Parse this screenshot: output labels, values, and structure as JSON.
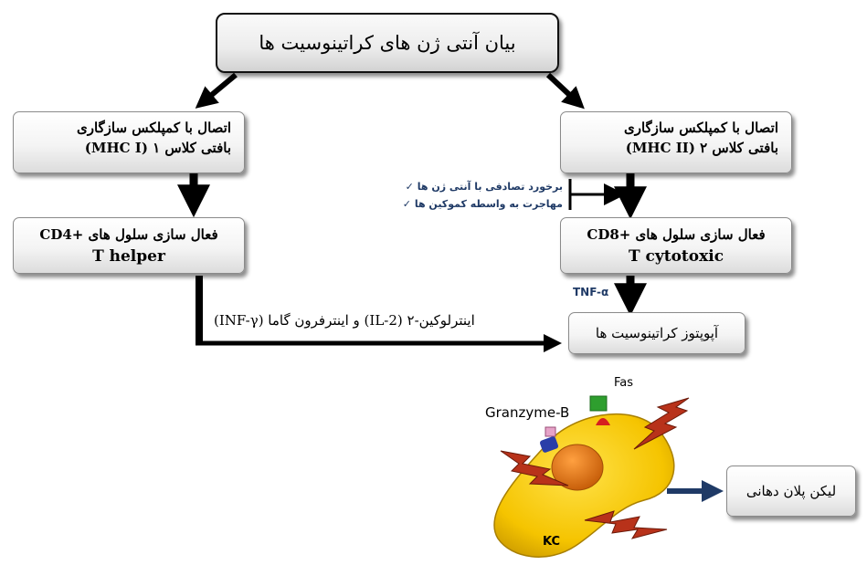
{
  "top_box": {
    "text": "بیان آنتی ژن های کراتینوسیت ها"
  },
  "left_box": {
    "line1": "اتصال با کمپلکس سازگاری",
    "line2": "بافتی کلاس ۱ (MHC I)"
  },
  "right_box": {
    "line1": "اتصال با کمپلکس سازگاری",
    "line2": "بافتی کلاس ۲ (MHC II)"
  },
  "left_cell_box": {
    "line1": "فعال سازی سلول های +CD4",
    "line2": "T helper"
  },
  "right_cell_box": {
    "line1": "فعال سازی سلول های +CD8",
    "line2": "T cytotoxic"
  },
  "notes": [
    {
      "check": "✓",
      "text": "برخورد تصادفی با آنتی ژن ها"
    },
    {
      "check": "✓",
      "text": "مهاجرت به واسطه کموکین ها"
    }
  ],
  "tnf_label": "TNF-α",
  "cytokine_text": "اینترلوکین-۲ (IL-2) و اینترفرون گاما (INF-γ)",
  "apoptosis_box": {
    "text": "آپوپتوز کراتینوسیت ها"
  },
  "outcome_box": {
    "text": "لیکن پلان دهانی"
  },
  "cell_labels": {
    "fas": "Fas",
    "granzyme": "Granzyme-B",
    "kc": "KC"
  },
  "colors": {
    "arrow": "#000000",
    "note_text": "#1f3a66",
    "tnf_text": "#1f3a66",
    "outcome_arrow": "#1f3a66",
    "cell_body": "#f5c400",
    "nucleus": "#e07a16",
    "bolt": "#b8321a",
    "fas_receptor": "#2e9e2e",
    "granzyme_receptor": "#2a3ea8"
  }
}
